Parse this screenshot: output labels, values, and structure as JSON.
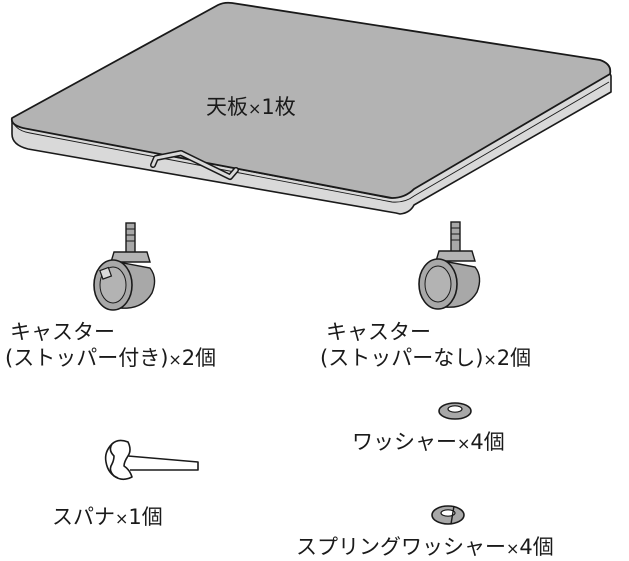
{
  "parts": {
    "top_board": {
      "name": "天板",
      "mult": "×",
      "qty": "1",
      "unit": "枚"
    },
    "caster_lock": {
      "line1": "キャスター",
      "line2": "(ストッパー付き)",
      "mult": "×",
      "qty": "2",
      "unit": "個"
    },
    "caster_nolock": {
      "line1": "キャスター",
      "line2": "(ストッパーなし)",
      "mult": "×",
      "qty": "2",
      "unit": "個"
    },
    "washer": {
      "name": "ワッシャー",
      "mult": "×",
      "qty": "4",
      "unit": "個"
    },
    "spanner": {
      "name": "スパナ",
      "mult": "×",
      "qty": "1",
      "unit": "個"
    },
    "spring_washer": {
      "name": "スプリングワッシャー",
      "mult": "×",
      "qty": "4",
      "unit": "個"
    }
  },
  "colors": {
    "part_fill": "#a8a8a8",
    "part_top": "#b3b3b3",
    "part_edge": "#d9d9d9",
    "outline": "#1a1a1a"
  }
}
